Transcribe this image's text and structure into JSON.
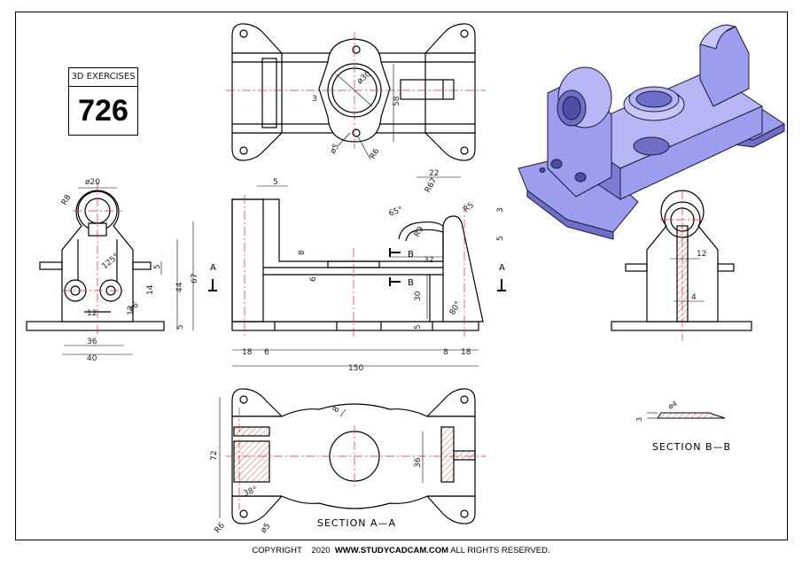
{
  "title_block": {
    "label": "3D EXERCISES",
    "number": "726"
  },
  "footer": {
    "copyright": "COPYRIGHT",
    "year": "2020",
    "site": "WWW.STUDYCADCAM.COM",
    "rights": "ALL RIGHTS RESERVED."
  },
  "sections": {
    "a": "SECTION A—A",
    "b": "SECTION B—B"
  },
  "markers": {
    "a": "A",
    "b": "B"
  },
  "dimensions": {
    "top_view": [
      "ø30",
      "3",
      "58",
      "ø5",
      "R6"
    ],
    "left_view": [
      "ø20",
      "R8",
      "125°",
      "5",
      "14",
      "12",
      "44",
      "67",
      "5",
      "ø6",
      "12",
      "36",
      "40"
    ],
    "front_view": [
      "5",
      "22",
      "R67",
      "65°",
      "R5",
      "3",
      "R9",
      "5",
      "32",
      "8",
      "6",
      "30",
      "5",
      "80°",
      "18",
      "6",
      "8",
      "18",
      "150"
    ],
    "right_view": [
      "12",
      "4"
    ],
    "section_a": [
      "72",
      "8",
      "36",
      "38°",
      "R6",
      "ø5"
    ],
    "section_b": [
      "3",
      "ø4"
    ]
  },
  "colors": {
    "line": "#000000",
    "center_line": "#e0262b",
    "hatch": "#c0392b",
    "iso_body": "#9d9df0",
    "iso_shadow": "#6f6fc8",
    "iso_light": "#c8c8f8"
  }
}
